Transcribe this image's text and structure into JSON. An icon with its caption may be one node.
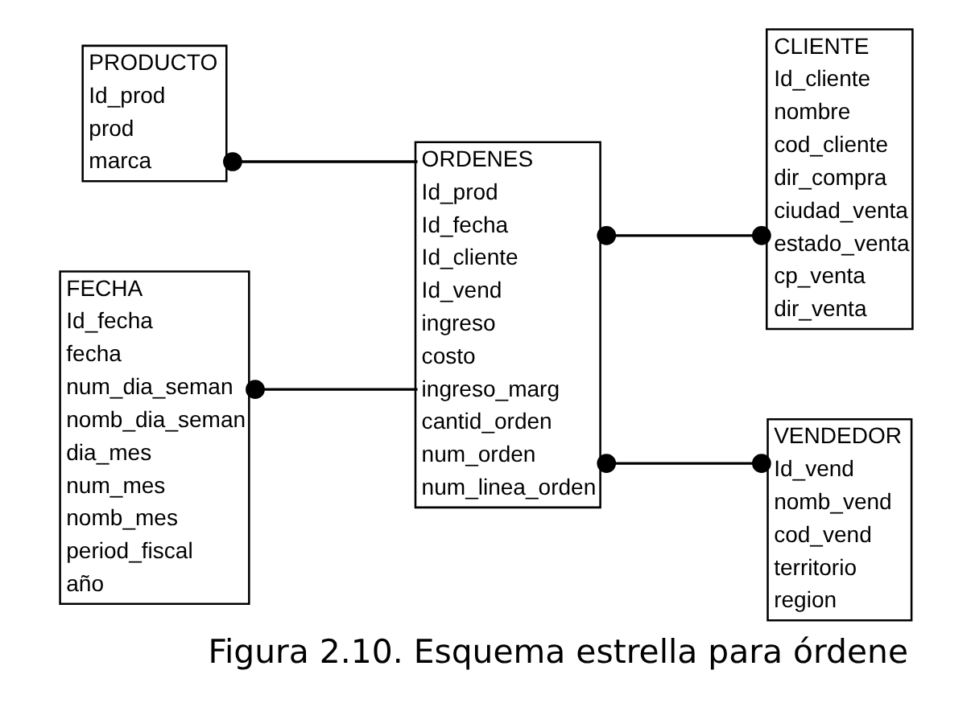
{
  "diagram": {
    "caption": "Figura 2.10. Esquema estrella para órdene",
    "nodes": [
      {
        "text": [
          "PRODUCTO",
          "Id_prod",
          "prod",
          "marca"
        ]
      },
      {
        "text": [
          "CLIENTE",
          "Id_cliente",
          "nombre",
          "cod_cliente",
          "dir_compra",
          "ciudad_venta",
          "estado_venta",
          "cp_venta",
          "dir_venta"
        ]
      },
      {
        "text": [
          "ORDENES",
          "Id_prod",
          "Id_fecha",
          "Id_cliente",
          "Id_vend",
          "ingreso",
          "costo",
          "ingreso_marg",
          "cantid_orden",
          "num_orden",
          "num_linea_orden"
        ]
      },
      {
        "text": [
          "FECHA",
          "Id_fecha",
          "fecha",
          "num_dia_seman",
          "nomb_dia_seman",
          "dia_mes",
          "num_mes",
          "nomb_mes",
          "period_fiscal",
          "año"
        ]
      },
      {
        "text": [
          "VENDEDOR",
          "Id_vend",
          "nomb_vend",
          "cod_vend",
          "territorio",
          "region"
        ]
      }
    ],
    "edges": [
      {
        "from": 0,
        "to": 2,
        "arrow": "other"
      },
      {
        "from": 3,
        "to": 2,
        "arrow": "other"
      },
      {
        "from": 2,
        "to": 1,
        "arrow": "other"
      },
      {
        "from": 2,
        "to": 4,
        "arrow": "other"
      }
    ]
  }
}
